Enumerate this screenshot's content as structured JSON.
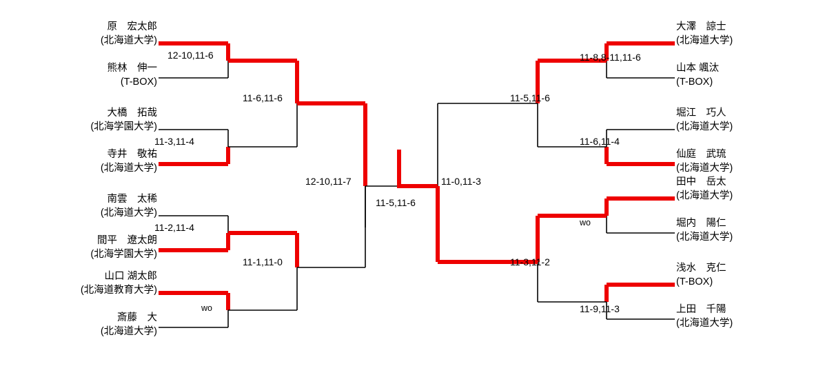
{
  "title": "Tournament Bracket",
  "colors": {
    "winner_line": "#ee0000",
    "normal_line": "#000000",
    "text": "#000000",
    "background": "#ffffff"
  },
  "left_half": {
    "players": [
      {
        "name": "原　宏太郎",
        "team": "(北海道大学)"
      },
      {
        "name": "熊林　伸一",
        "team": "(T-BOX)"
      },
      {
        "name": "大橋　拓哉",
        "team": "(北海学園大学)"
      },
      {
        "name": "寺井　敬祐",
        "team": "(北海道大学)"
      },
      {
        "name": "南雲　太稀",
        "team": "(北海道大学)"
      },
      {
        "name": "間平　遼太朗",
        "team": "(北海学園大学)"
      },
      {
        "name": "山口 湖太郎",
        "team": "(北海道教育大学)"
      },
      {
        "name": "斎藤　大",
        "team": "(北海道大学)"
      }
    ],
    "round1_scores": [
      "12-10,11-6",
      "11-3,11-4",
      "11-2,11-4",
      "wo"
    ],
    "round2_scores": [
      "11-6,11-6",
      "11-1,11-0"
    ],
    "round3_score": "12-10,11-7"
  },
  "right_half": {
    "players": [
      {
        "name": "大澤　諒士",
        "team": "(北海道大学)"
      },
      {
        "name": "山本 颯汰",
        "team": "(T-BOX)"
      },
      {
        "name": "堀江　巧人",
        "team": "(北海道大学)"
      },
      {
        "name": "仙庭　武琉",
        "team": "(北海道大学)"
      },
      {
        "name": "田中　岳太",
        "team": "(北海道大学)"
      },
      {
        "name": "堀内　陽仁",
        "team": "(北海道大学)"
      },
      {
        "name": "浅水　克仁",
        "team": "(T-BOX)"
      },
      {
        "name": "上田　千陽",
        "team": "(北海道大学)"
      }
    ],
    "round1_scores": [
      "11-8,8-11,11-6",
      "11-6,11-4",
      "wo",
      "11-9,11-3"
    ],
    "round2_scores": [
      "11-5,11-6",
      "11-3,11-2"
    ],
    "round3_score": "11-0,11-3"
  },
  "final": {
    "score": "11-5,11-6"
  }
}
